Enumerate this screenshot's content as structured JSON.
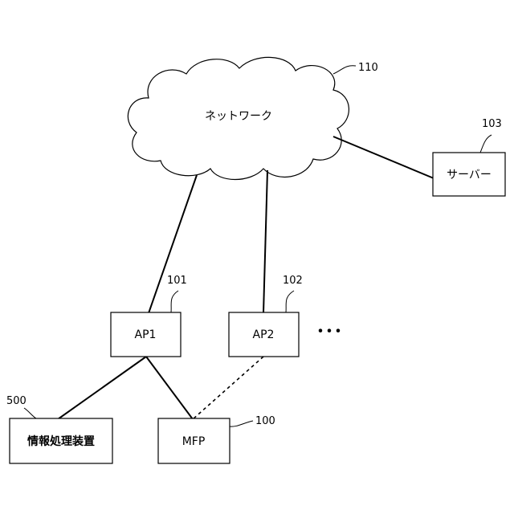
{
  "diagram": {
    "network": {
      "label": "ネットワーク",
      "ref": "110"
    },
    "server": {
      "label": "サーバー",
      "ref": "103"
    },
    "ap1": {
      "label": "AP1",
      "ref": "101"
    },
    "ap2": {
      "label": "AP2",
      "ref": "102"
    },
    "ellipsis": "･･･",
    "info_device": {
      "label": "情報処理装置",
      "ref": "500"
    },
    "mfp": {
      "label": "MFP",
      "ref": "100"
    }
  }
}
